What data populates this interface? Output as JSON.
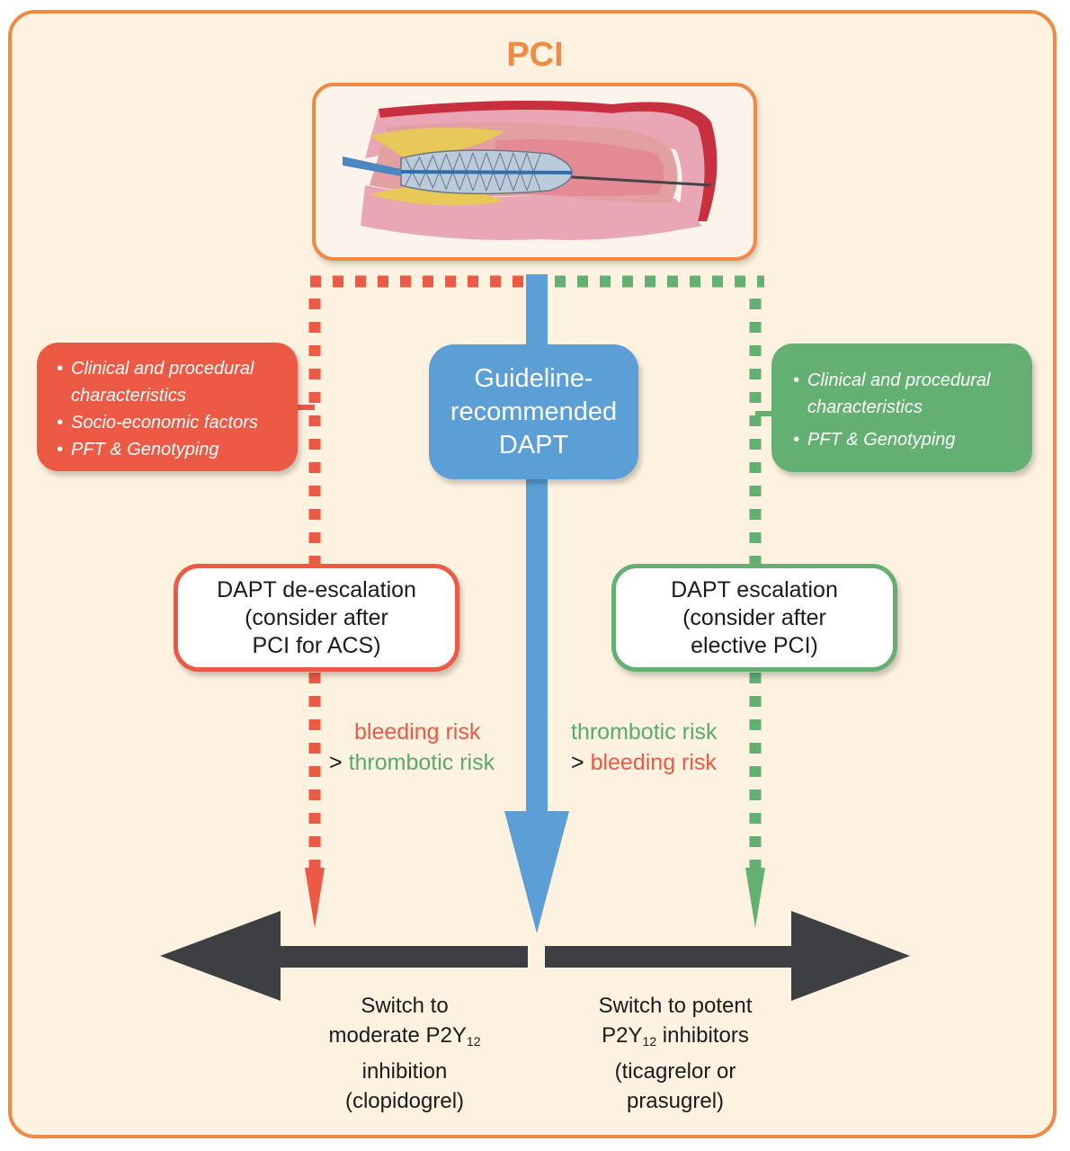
{
  "title": "PCI",
  "illustration": {
    "icon": "coronary-stent-balloon-illustration",
    "caption": ""
  },
  "colors": {
    "frame": "#ee8a43",
    "background": "#fdf1df",
    "deescalation": "#ec5a45",
    "escalation": "#63b072",
    "guideline": "#5c9fd6",
    "axis": "#3e3f42"
  },
  "left_factors": {
    "items": [
      "Clinical and procedural characteristics",
      "Socio-economic factors",
      "PFT & Genotyping"
    ]
  },
  "right_factors": {
    "items": [
      "Clinical and procedural characteristics",
      "PFT & Genotyping"
    ]
  },
  "center": {
    "line1": "Guideline-",
    "line2": "recommended",
    "line3": "DAPT"
  },
  "deescalation": {
    "line1": "DAPT de-escalation",
    "line2": "(consider after",
    "line3": "PCI for ACS)",
    "risk_top": "bleeding risk",
    "risk_op": ">",
    "risk_bottom": "thrombotic risk"
  },
  "escalation": {
    "line1": "DAPT escalation",
    "line2": "(consider after",
    "line3": "elective PCI)",
    "risk_top": "thrombotic risk",
    "risk_op": ">",
    "risk_bottom": "bleeding risk"
  },
  "outcome_left": {
    "line1": "Switch to",
    "line2_pre": "moderate P2Y",
    "line2_sub": "12",
    "line3": "inhibition",
    "line4": "(clopidogrel)"
  },
  "outcome_right": {
    "line1": "Switch to potent",
    "line2_pre": "P2Y",
    "line2_sub": "12",
    "line2_post": " inhibitors",
    "line3": "(ticagrelor or",
    "line4": "prasugrel)"
  }
}
